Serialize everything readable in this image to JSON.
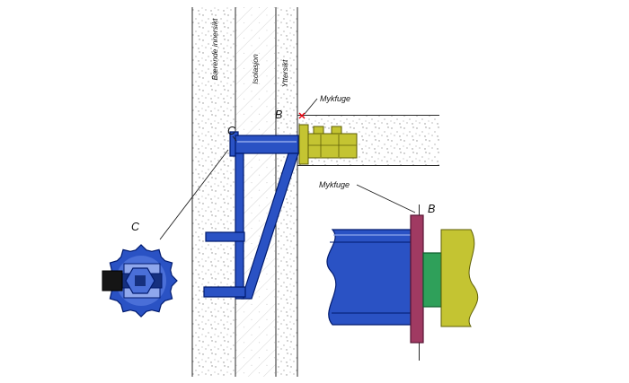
{
  "labels": {
    "wall_inner": "Bærende innersikt",
    "wall_insulation": "Isolasjon",
    "wall_outer": "Yttersikt",
    "mykfuge_top": "Mykfuge",
    "mykfuge_bottom": "Mykfuge",
    "marker_b_top": "B",
    "marker_c_top": "C",
    "detail_c_title": "C",
    "detail_b_title": "B"
  },
  "colors": {
    "blue": "#2a52c4",
    "blue_dark": "#001a6e",
    "blue_mid": "#4a6fd8",
    "blue_light": "#8fa7ec",
    "blue_deep": "#16307e",
    "yellow": "#c4c432",
    "yellow_dark": "#5e5e06",
    "magenta": "#a03a62",
    "magenta_dark": "#571534",
    "green": "#2fa05a",
    "green_dark": "#0c5c2c",
    "red": "#e8000d",
    "line": "#1f1f1f",
    "stipple": "#8f8f8f"
  }
}
